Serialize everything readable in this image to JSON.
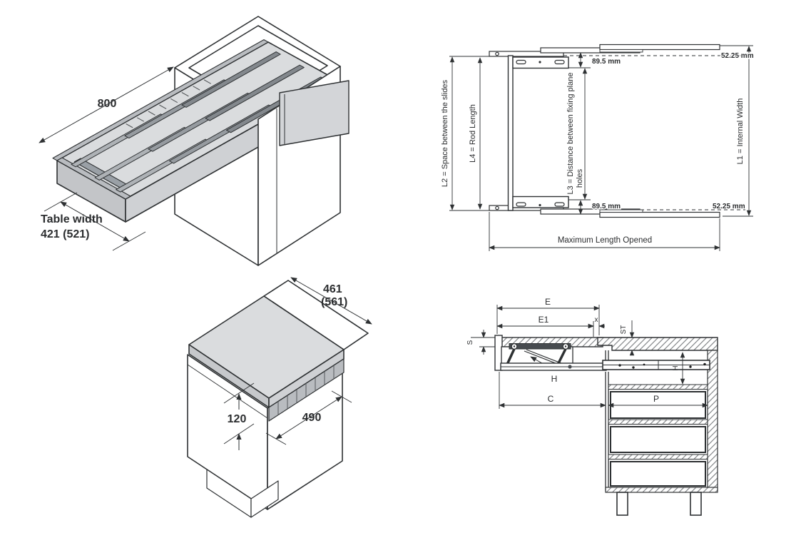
{
  "colors": {
    "line": "#2e3133",
    "tabletop": "#dadcde",
    "skirt": "#cfd1d4",
    "skirt_dark": "#c3c5c8",
    "rail_light": "#aeb2b6",
    "rail_mid": "#969ba0",
    "rail_dark": "#83888d",
    "panel": "#d3d5d8",
    "bracket": "#474b4f"
  },
  "pull_out_view": {
    "length_dim": "800",
    "width_label": "Table width",
    "width_value": "421 (521)"
  },
  "plan_view": {
    "l2": "L2 = Space between the slides",
    "l4": "L4 = Rod Length",
    "l3_line1": "L3 = Distance between fixing plane",
    "l3_line2": "holes",
    "l1": "L1 = Internal Width",
    "offset_top": "89.5 mm",
    "offset_bottom": "89.5 mm",
    "edge_top": "52.25 mm",
    "edge_bottom": "52.25 mm",
    "max_length": "Maximum Length Opened"
  },
  "closed_view": {
    "width_line1": "461",
    "width_line2": "(561)",
    "height_dim": "120",
    "depth_dim": "490"
  },
  "section_view": {
    "e": "E",
    "e1": "E1",
    "x": "x",
    "st": "ST",
    "s": "S",
    "h": "H",
    "h_inner": "H",
    "c": "C",
    "p": "P"
  }
}
